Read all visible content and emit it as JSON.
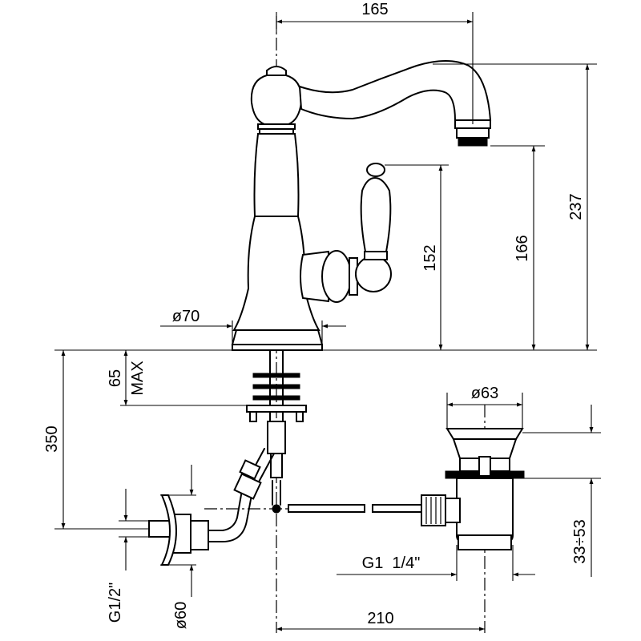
{
  "dimensions": {
    "top_width": "165",
    "total_height": "237",
    "spout_height": "166",
    "handle_height": "152",
    "base_diameter": "ø70",
    "max_thickness_value": "65",
    "max_thickness_tag": "MAX",
    "under_depth": "350",
    "inlet_thread": "G1/2\"",
    "rosette_diameter": "ø60",
    "waste_diameter": "ø63",
    "waste_thread": "G1  1/4\"",
    "waste_range": "33÷53",
    "waste_distance": "210"
  }
}
